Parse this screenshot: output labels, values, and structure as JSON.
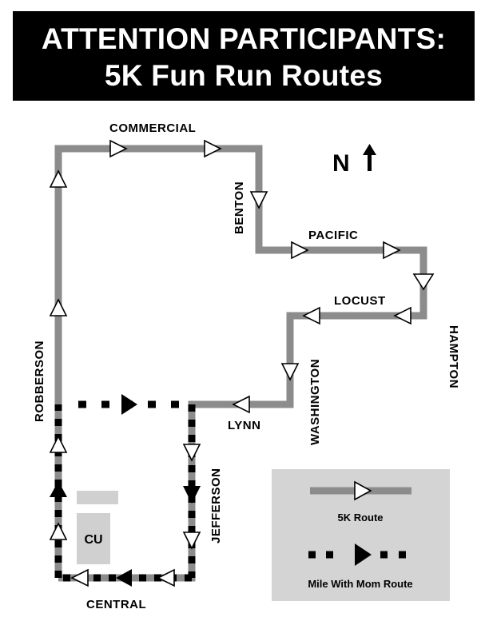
{
  "header": {
    "line1": "ATTENTION PARTICIPANTS:",
    "line2": "5K Fun Run Routes"
  },
  "compass": {
    "letter": "N"
  },
  "streets": {
    "commercial": "COMMERCIAL",
    "benton": "BENTON",
    "pacific": "PACIFIC",
    "hampton": "HAMPTON",
    "locust": "LOCUST",
    "washington": "WASHINGTON",
    "lynn": "LYNN",
    "jefferson": "JEFFERSON",
    "robberson": "ROBBERSON",
    "central": "CENTRAL"
  },
  "building": {
    "label": "CU"
  },
  "legend": {
    "route_5k": "5K Route",
    "route_mom": "Mile With Mom Route"
  },
  "colors": {
    "route_5k": "#8c8c8c",
    "route_mom": "#000000",
    "legend_bg": "#d4d4d4",
    "building": "#d0d0d0"
  }
}
